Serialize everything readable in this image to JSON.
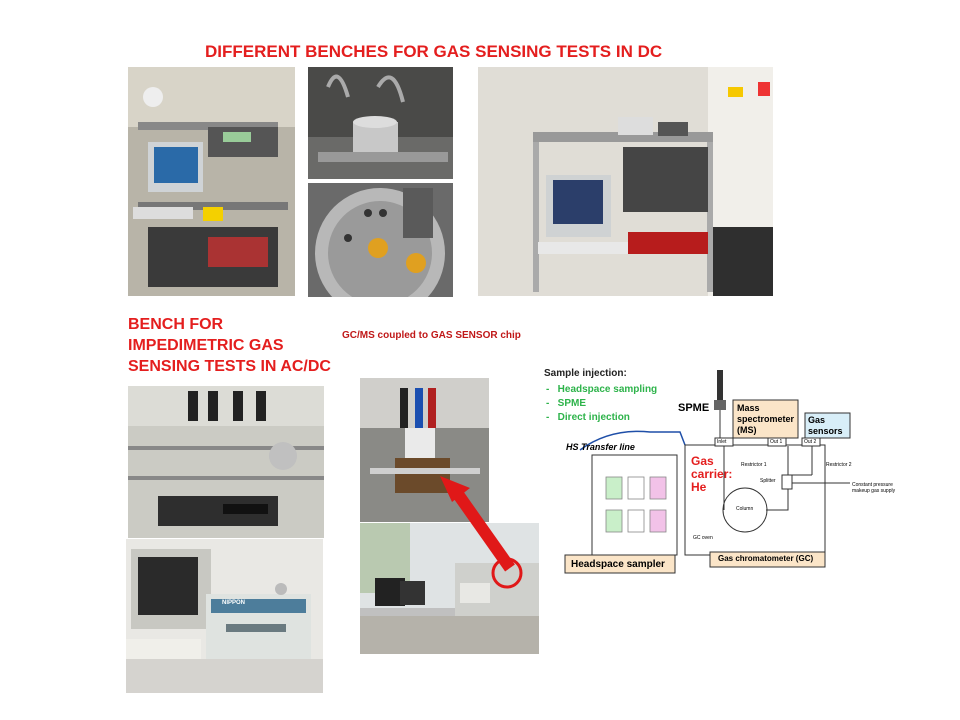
{
  "title": "DIFFERENT BENCHES FOR GAS SENSING TESTS IN DC",
  "bench_ac_dc": [
    "BENCH FOR",
    "IMPEDIMETRIC GAS",
    "SENSING TESTS IN AC/DC"
  ],
  "gcms_caption": "GC/MS coupled  to GAS SENSOR chip",
  "photo_instrument_brand": "NIPPON",
  "diagram": {
    "sample_injection_title": "Sample injection:",
    "injection_methods": [
      "Headspace sampling",
      "SPME",
      "Direct injection"
    ],
    "hs_transfer_line": "HS Transfer line",
    "spme": "SPME",
    "mass_spectrometer": [
      "Mass",
      "spectrometer",
      "(MS)"
    ],
    "gas_sensors": [
      "Gas",
      "sensors"
    ],
    "inlet": "Inlet",
    "out1": "Out 1",
    "out2": "Out 2",
    "gas_carrier": [
      "Gas",
      "carrier:",
      "He"
    ],
    "restrictor1": "Restrictor 1",
    "restrictor2": "Restrictor 2",
    "splitter": "Splitter",
    "makeup": [
      "Constant pressure",
      "makeup gas supply"
    ],
    "column": "Column",
    "gc_oven": "GC oven",
    "headspace_sampler": "Headspace sampler",
    "gas_chromatometer": "Gas chromatometer (GC)"
  },
  "colors": {
    "title_red": "#e41e1e",
    "green": "#2db34a",
    "sampler_fill": "#fbe5c8",
    "gc_fill": "#fbe5c8",
    "sensors_fill": "#d8eef8"
  }
}
